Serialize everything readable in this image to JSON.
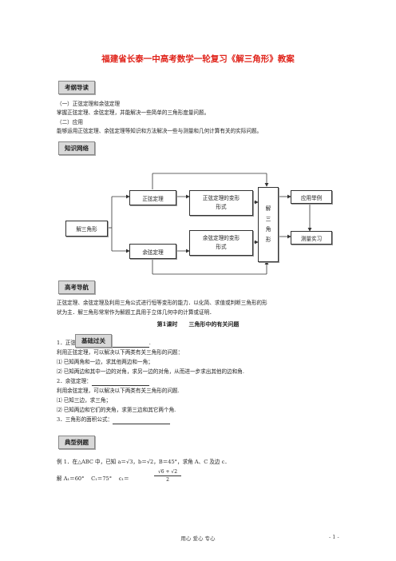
{
  "title": "福建省长泰一中高考数学一轮复习《解三角形》教案",
  "sections": {
    "kaogang": "考纲导读",
    "zhishi": "知识网络",
    "gaokao": "高考导航",
    "jichu": "基础过关",
    "dianxing": "典型例题"
  },
  "kaogang_lines": [
    "（一）正弦定理和余弦定理",
    "掌握正弦定理、余弦定理，并能解决一些简单的三角形度量问题。",
    "（二）应用",
    "能够运用正弦定理、余弦定理等知识和方法解决一些与测量和几何计算有关的实际问题。"
  ],
  "diagram": {
    "jiesanjiaoxing": "解三角形",
    "zhengxian": "正弦定理",
    "yuxian": "余弦定理",
    "zhengxian_bianxing_1": "正弦定理的变形",
    "zhengxian_bianxing_2": "形式",
    "yuxian_bianxing_1": "余弦定理的变形",
    "yuxian_bianxing_2": "形式",
    "jie": "解",
    "san": "三",
    "jiao": "角",
    "xing": "形",
    "yingyong": "应用举例",
    "celiang": "测量实习"
  },
  "gaokao_lines": [
    "正弦定理、余弦定理及利用三角公式进行恒等变形的能力．以化简、求值或判断三角形的形",
    "状为主．解三角形常常作为解题工具用于立体几何中的计算或证明．"
  ],
  "lesson_title": "第1课时　　三角形中的有关问题",
  "jichu_lines": {
    "l1": "1．正弦定理：",
    "l1_end": ".",
    "l2": "利用正弦定理，可以解决以下两类有关三角形的问题：",
    "l3": "⑴ 已知两角和一边，求其他两边和一角；",
    "l4": "⑵ 已知两边和其中一边的对角，求另一边的对角，从而进一步求出其他的边和角.",
    "l5": "2．余弦定理：",
    "l6": "利用余弦定理，可以解决以下两类有关三角形的问题.",
    "l7": "⑴ 已知三边，求三角；",
    "l8": "⑵ 已知两边和它们的夹角，求第三边和其它两个角.",
    "l9": "3．三角形的面积公式："
  },
  "example": {
    "prefix": "例 1．在△ABC 中，已知 a＝",
    "a_val": "√3",
    "mid1": "，b＝",
    "b_val": "√2",
    "suffix": "，B＝45°，求角 A、C 及边 c．",
    "answer_prefix": "解  A₁＝60°　 C₁＝75°　 c₁＝",
    "numerator": "√6 + √2",
    "denominator": "2"
  },
  "footer": {
    "center": "用心  爱心  专心",
    "page": "- 1 -"
  }
}
